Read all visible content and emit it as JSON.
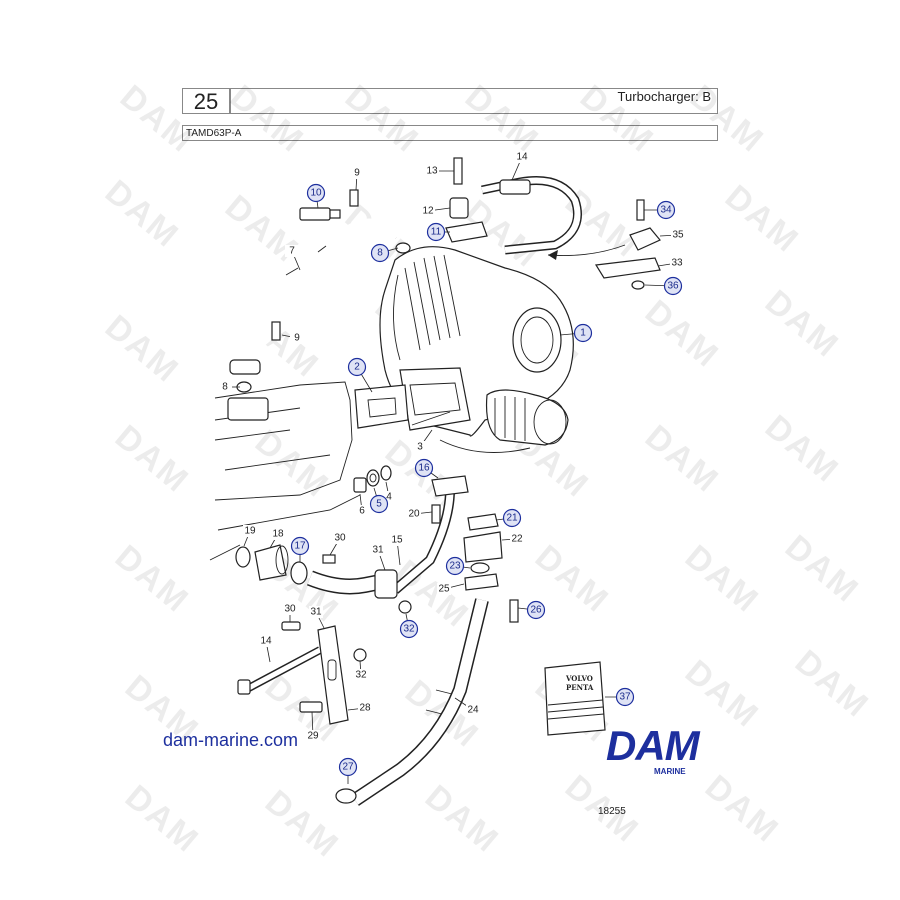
{
  "header": {
    "page_number": "25",
    "title": "Turbocharger: B",
    "model": "TAMD63P-A"
  },
  "watermark": {
    "text": "DAM"
  },
  "callouts": [
    {
      "label": "1",
      "circled": true
    },
    {
      "label": "2",
      "circled": true
    },
    {
      "label": "3",
      "circled": false
    },
    {
      "label": "4",
      "circled": false
    },
    {
      "label": "5",
      "circled": true
    },
    {
      "label": "6",
      "circled": false
    },
    {
      "label": "7",
      "circled": false
    },
    {
      "label": "8",
      "circled": true
    },
    {
      "label": "8",
      "circled": false
    },
    {
      "label": "9",
      "circled": false
    },
    {
      "label": "9",
      "circled": false
    },
    {
      "label": "10",
      "circled": true
    },
    {
      "label": "11",
      "circled": true
    },
    {
      "label": "12",
      "circled": false
    },
    {
      "label": "13",
      "circled": false
    },
    {
      "label": "14",
      "circled": false
    },
    {
      "label": "14",
      "circled": false
    },
    {
      "label": "15",
      "circled": false
    },
    {
      "label": "16",
      "circled": true
    },
    {
      "label": "17",
      "circled": true
    },
    {
      "label": "18",
      "circled": false
    },
    {
      "label": "19",
      "circled": false
    },
    {
      "label": "20",
      "circled": false
    },
    {
      "label": "21",
      "circled": true
    },
    {
      "label": "22",
      "circled": false
    },
    {
      "label": "23",
      "circled": true
    },
    {
      "label": "24",
      "circled": false
    },
    {
      "label": "25",
      "circled": false
    },
    {
      "label": "26",
      "circled": true
    },
    {
      "label": "27",
      "circled": true
    },
    {
      "label": "28",
      "circled": false
    },
    {
      "label": "29",
      "circled": false
    },
    {
      "label": "30",
      "circled": false
    },
    {
      "label": "30",
      "circled": false
    },
    {
      "label": "31",
      "circled": false
    },
    {
      "label": "31",
      "circled": false
    },
    {
      "label": "32",
      "circled": true
    },
    {
      "label": "32",
      "circled": false
    },
    {
      "label": "33",
      "circled": false
    },
    {
      "label": "34",
      "circled": true
    },
    {
      "label": "35",
      "circled": false
    },
    {
      "label": "36",
      "circled": true
    },
    {
      "label": "37",
      "circled": true
    }
  ],
  "manual_box": {
    "line1": "VOLVO",
    "line2": "PENTA"
  },
  "footer": {
    "website": "dam-marine.com",
    "logo_text": "DAM",
    "logo_sub": "MARINE",
    "drawing_number": "18255"
  },
  "colors": {
    "callout_blue": "#1d2f9e",
    "callout_fill": "#dfe3f5",
    "line": "#222222"
  }
}
